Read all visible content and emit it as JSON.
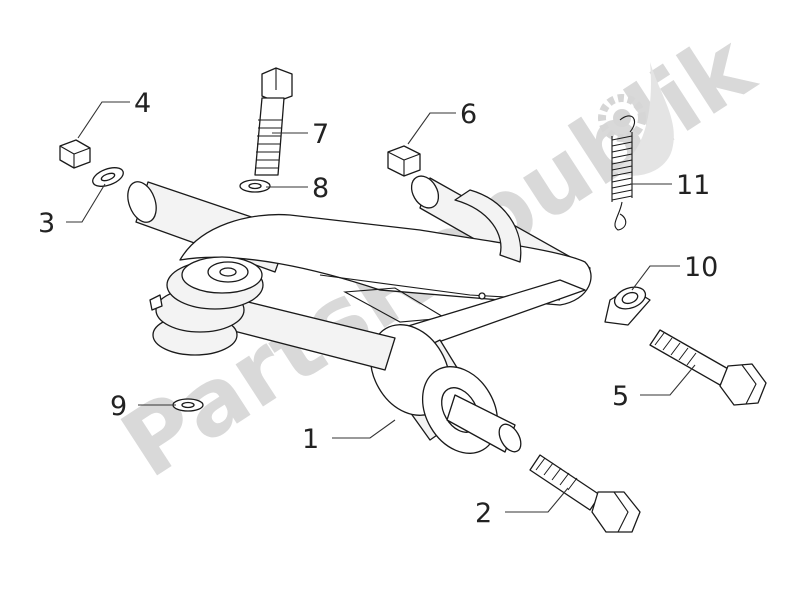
{
  "watermark": {
    "text": "PartsRepublik",
    "color": "#d9d9d9"
  },
  "callouts": [
    {
      "id": "1",
      "label": "1"
    },
    {
      "id": "2",
      "label": "2"
    },
    {
      "id": "3",
      "label": "3"
    },
    {
      "id": "4",
      "label": "4"
    },
    {
      "id": "5",
      "label": "5"
    },
    {
      "id": "6",
      "label": "6"
    },
    {
      "id": "7",
      "label": "7"
    },
    {
      "id": "8",
      "label": "8"
    },
    {
      "id": "9",
      "label": "9"
    },
    {
      "id": "10",
      "label": "10"
    },
    {
      "id": "11",
      "label": "11"
    }
  ],
  "colors": {
    "line": "#1a1a1a",
    "shade": "#f3f3f3",
    "background": "#ffffff"
  }
}
